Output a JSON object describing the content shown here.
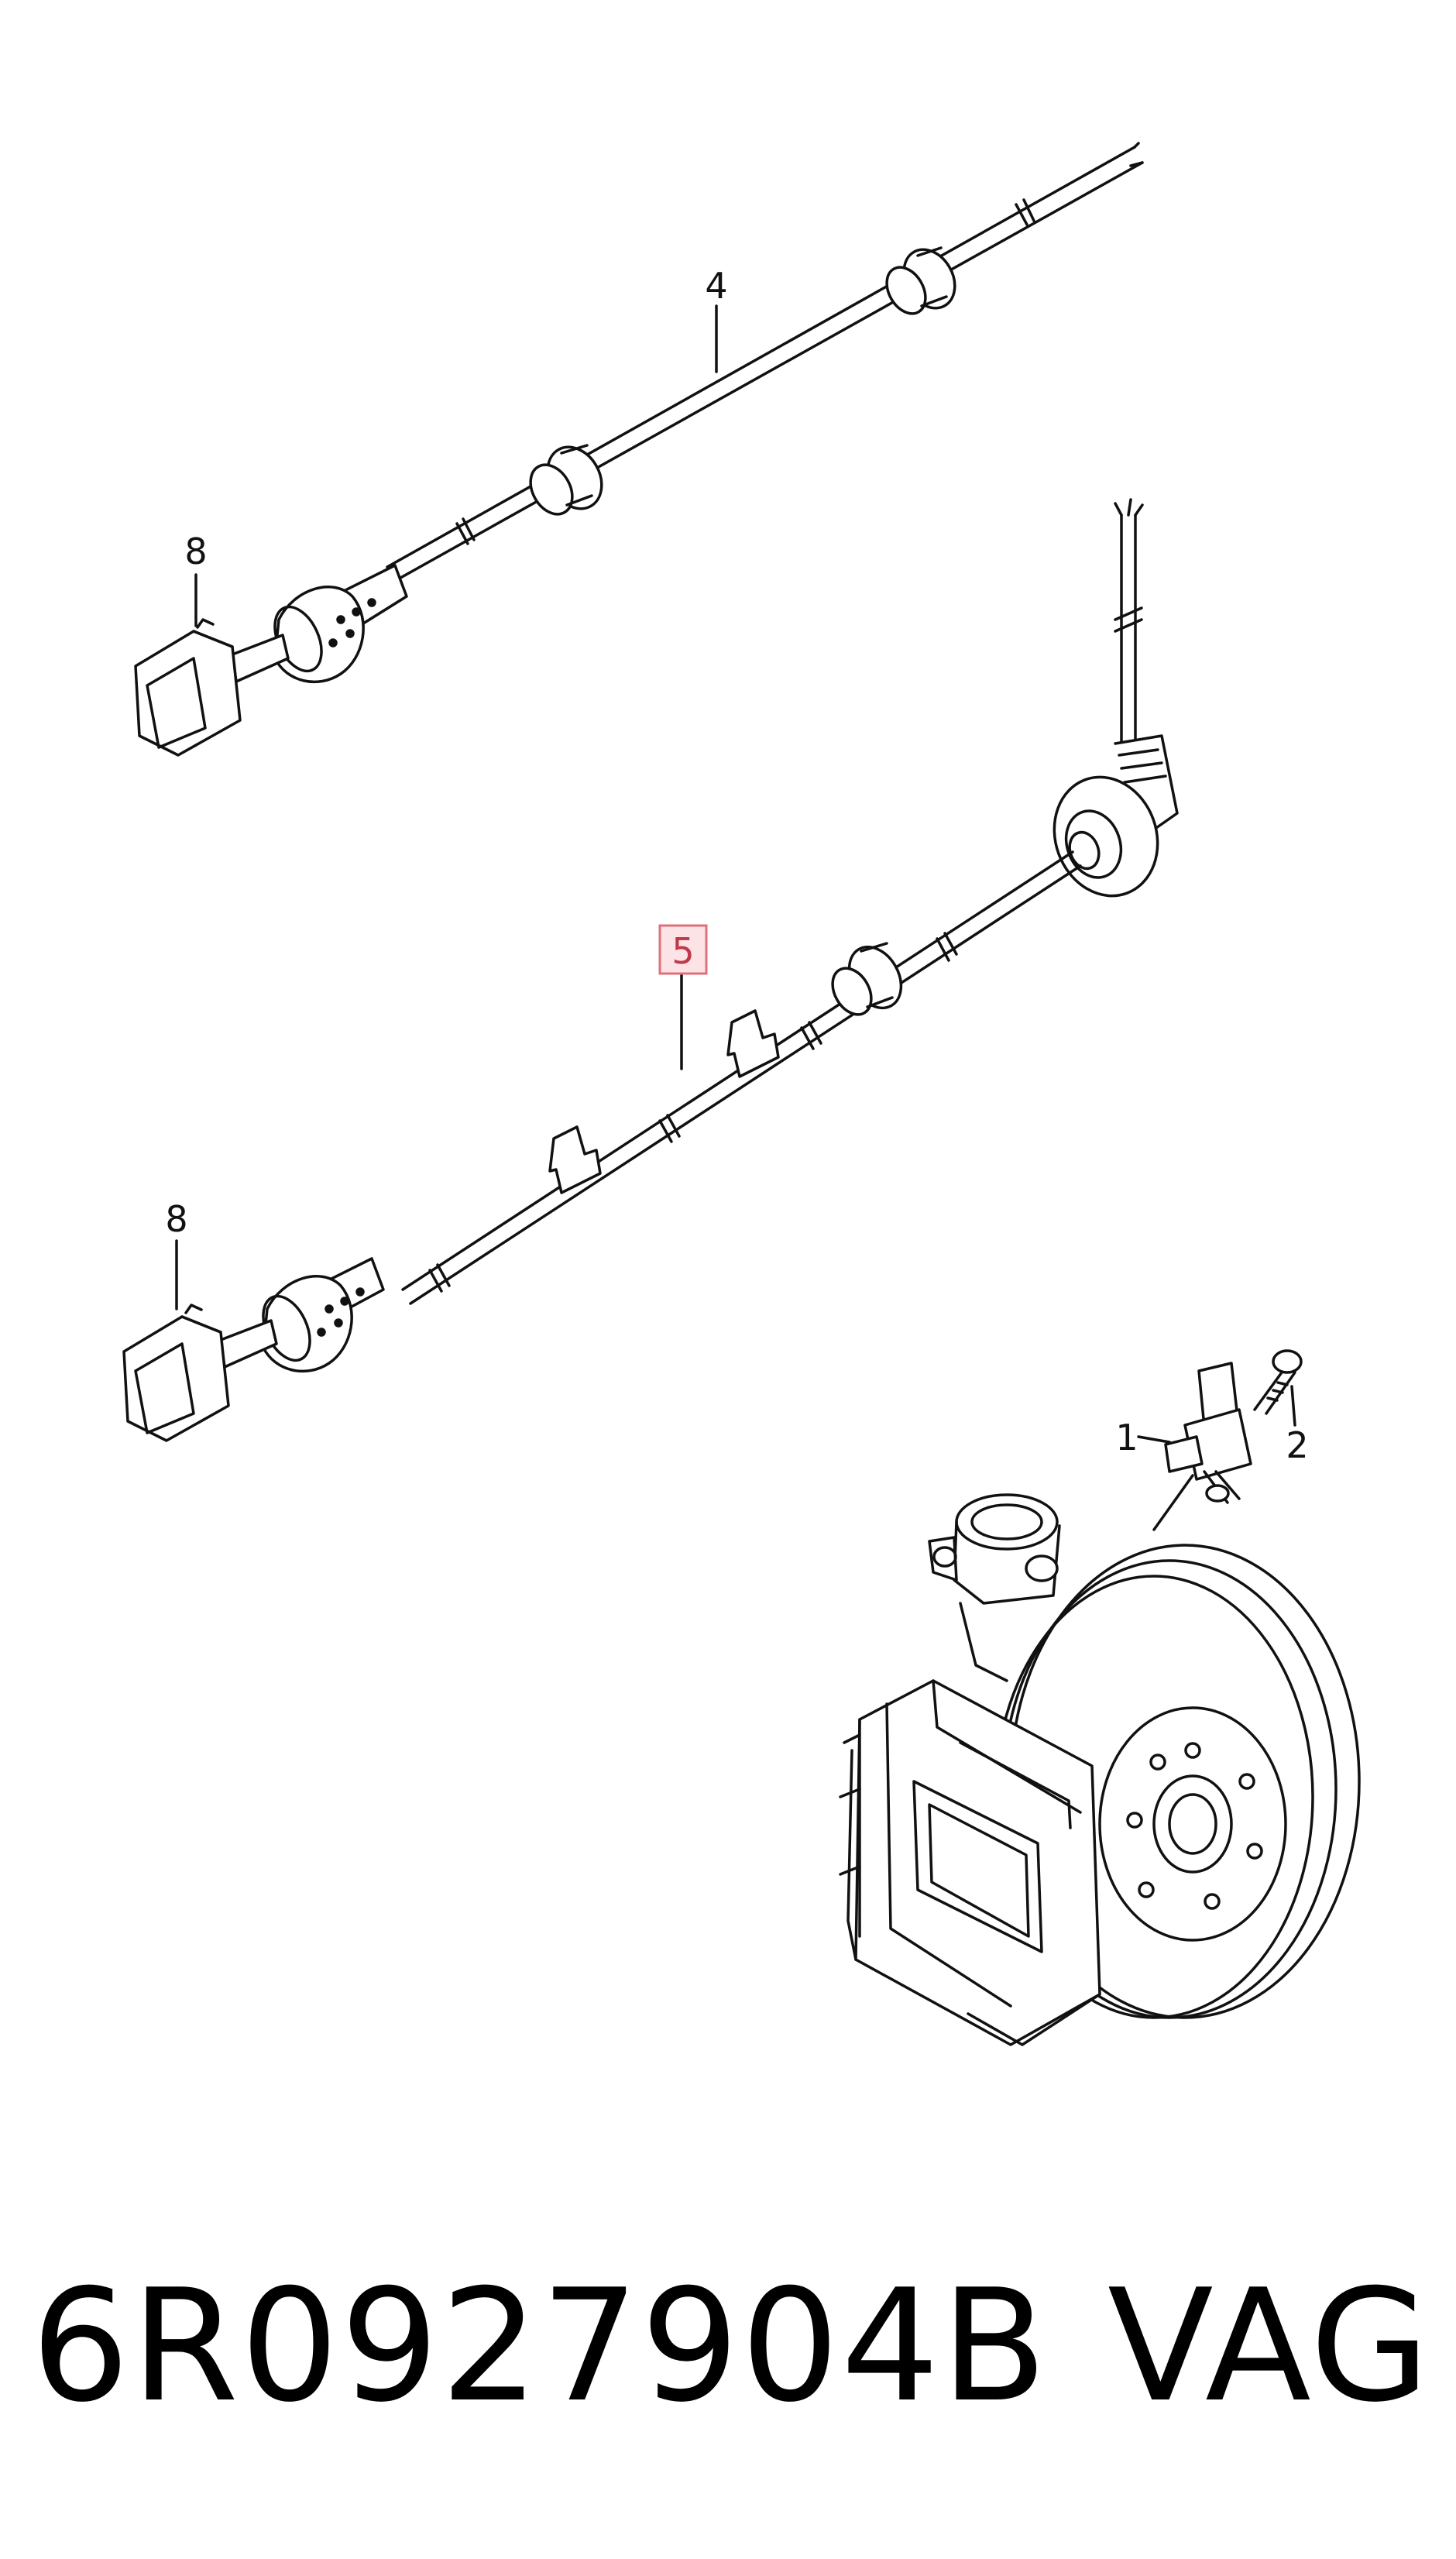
{
  "callouts": {
    "ref_1": "1",
    "ref_2": "2",
    "ref_4": "4",
    "ref_5": "5",
    "ref_8_top": "8",
    "ref_8_bottom": "8"
  },
  "highlight_color": "#e0707a",
  "highlight_fill": "#fbe3e6",
  "footer": {
    "part_number": "6R0927904B",
    "brand": "VAG"
  }
}
